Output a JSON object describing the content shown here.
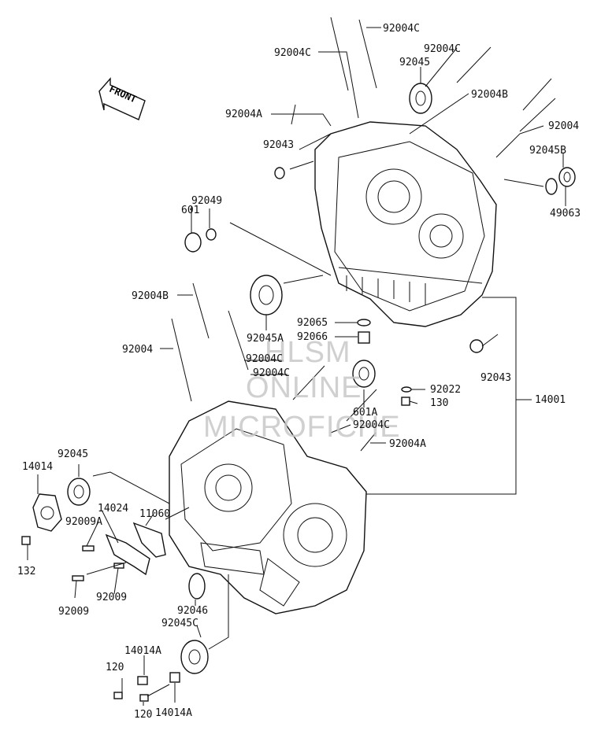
{
  "front_label": "FRONT",
  "watermark": [
    "HLSM",
    "ONLINE",
    "MICROFICHE"
  ],
  "parts": {
    "p92004C_a": "92004C",
    "p92004C_b": "92004C",
    "p92004C_c": "92004C",
    "p92045_top": "92045",
    "p92004A_top": "92004A",
    "p92004B_top": "92004B",
    "p92004_top": "92004",
    "p92043_top": "92043",
    "p92045B": "92045B",
    "p49063": "49063",
    "p601": "601",
    "p92049": "92049",
    "p92004B_low": "92004B",
    "p92065": "92065",
    "p92066": "92066",
    "p92045A": "92045A",
    "p92004C_d": "92004C",
    "p92004_low": "92004",
    "p92004C_e": "92004C",
    "p92043_low": "92043",
    "p92022": "92022",
    "p130": "130",
    "p14001": "14001",
    "p601A": "601A",
    "p92004C_f": "92004C",
    "p92004A_low": "92004A",
    "p92045_left": "92045",
    "p14014": "14014",
    "p14024": "14024",
    "p92009A": "92009A",
    "p11060": "11060",
    "p132": "132",
    "p92009_a": "92009",
    "p92009_b": "92009",
    "p92046": "92046",
    "p92045C": "92045C",
    "p14014A_a": "14014A",
    "p120_a": "120",
    "p120_b": "120",
    "p14014A_b": "14014A"
  }
}
